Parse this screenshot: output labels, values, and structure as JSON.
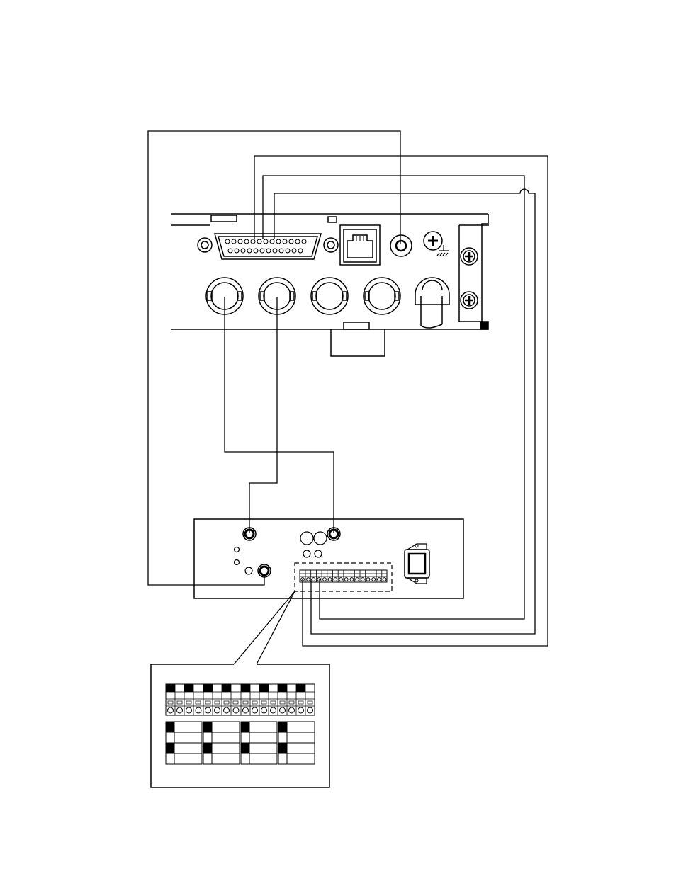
{
  "diagram": {
    "texts": [],
    "colors": {
      "ink": "#000000",
      "paper": "#ffffff"
    },
    "recorder_rear_panel": {
      "connectors": [
        {
          "kind": "d-sub-25-pin",
          "icon": "d-sub-connector-icon"
        },
        {
          "kind": "rj45-modular-jack",
          "icon": "modular-jack-icon"
        },
        {
          "kind": "round-jack",
          "icon": "round-jack-icon"
        },
        {
          "kind": "ground-terminal",
          "icon": "ground-screw-icon"
        },
        {
          "kind": "bnc",
          "icon": "bnc-connector-icon",
          "count": 4
        },
        {
          "kind": "power-cord",
          "icon": "power-cord-icon"
        }
      ]
    },
    "interface_unit": {
      "connectors": [
        {
          "kind": "bnc-small",
          "icon": "small-jack-icon",
          "count": 3
        },
        {
          "kind": "terminal-block",
          "icon": "terminal-block-icon",
          "terminals": 16
        },
        {
          "kind": "ac-inlet",
          "icon": "ac-inlet-icon"
        }
      ]
    },
    "detail_inset": {
      "icon": "terminal-block-detail-icon",
      "terminals": 16,
      "legend_groups": 4
    }
  }
}
